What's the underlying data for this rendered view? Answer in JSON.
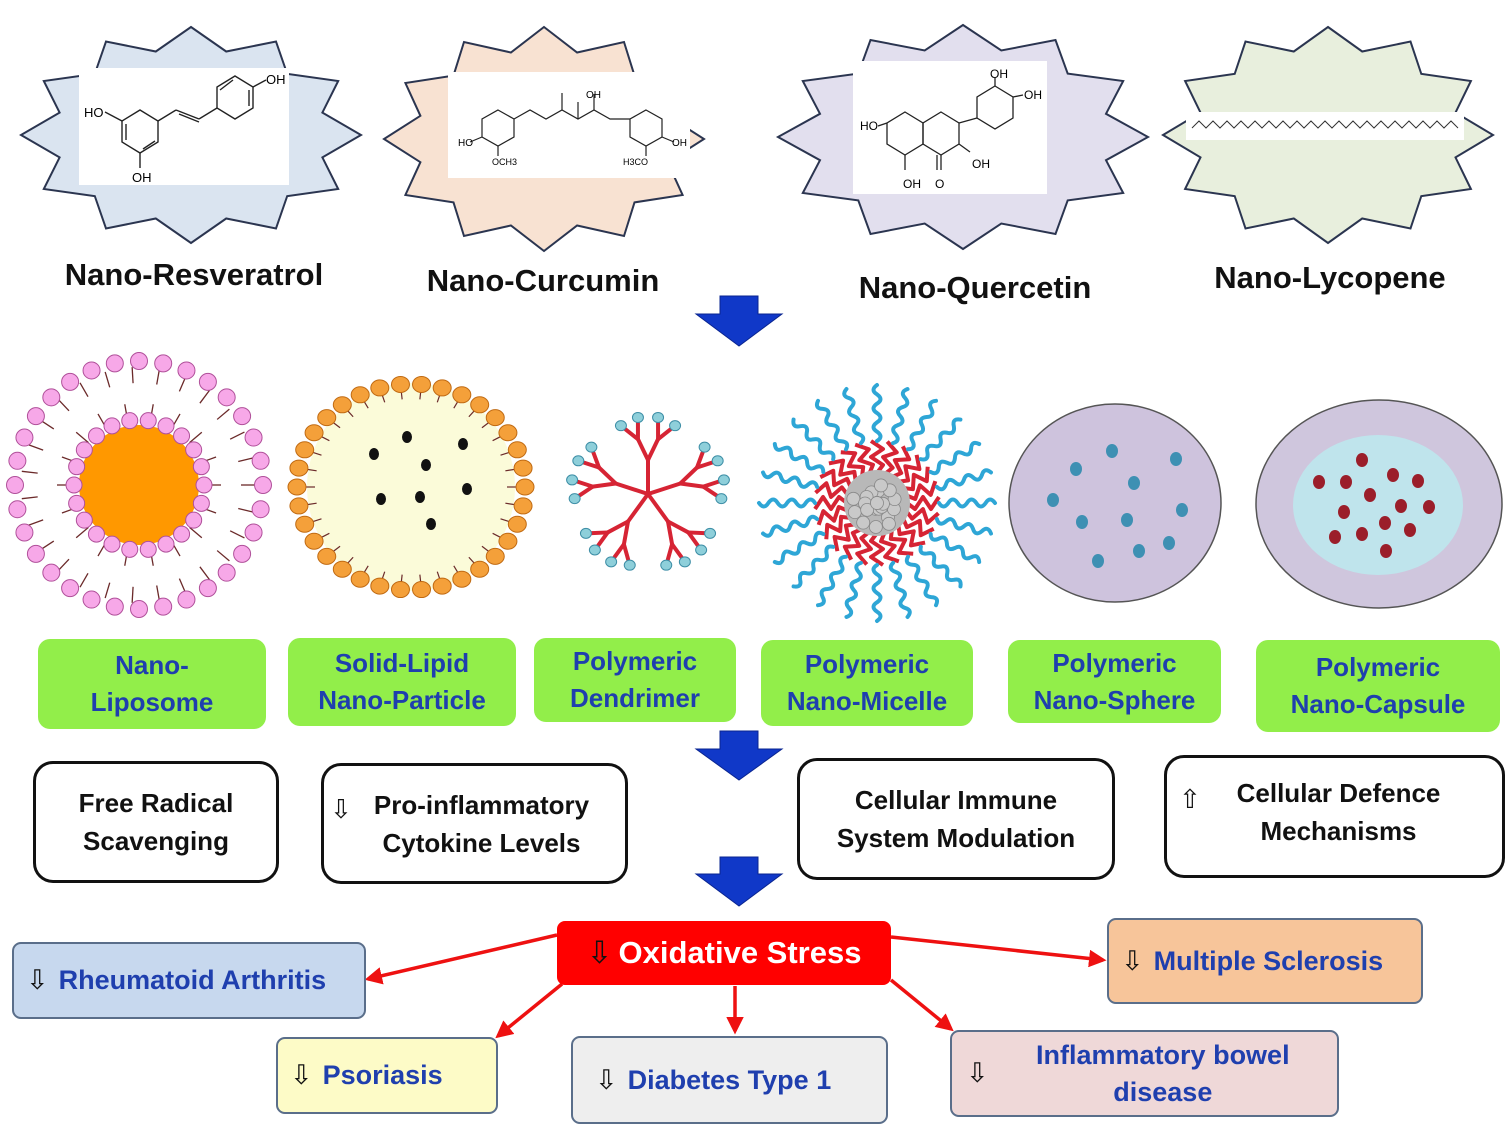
{
  "compounds": [
    {
      "name": "Nano-Resveratrol",
      "fill": "#dae4f0"
    },
    {
      "name": "Nano-Curcumin",
      "fill": "#f8e2d2"
    },
    {
      "name": "Nano-Quercetin",
      "fill": "#e2dfee"
    },
    {
      "name": "Nano-Lycopene",
      "fill": "#e8efdd"
    }
  ],
  "structures": {
    "resveratrol": {
      "oh_top": "OH",
      "ho_left": "HO",
      "oh_bottom": "OH"
    },
    "curcumin": {
      "oh_top": "OH",
      "ho_left": "HO",
      "och3_left": "OCH3",
      "h3co_right": "H3CO",
      "oh_right": "OH"
    },
    "quercetin": {
      "oh1": "OH",
      "oh2": "OH",
      "ho_left": "HO",
      "oh_mid": "OH",
      "oh_bottom": "OH",
      "o_carbonyl": "O"
    }
  },
  "carriers": [
    {
      "line1": "Nano-",
      "line2": "Liposome"
    },
    {
      "line1": "Solid-Lipid",
      "line2": "Nano-Particle"
    },
    {
      "line1": "Polymeric",
      "line2": "Dendrimer"
    },
    {
      "line1": "Polymeric",
      "line2": "Nano-Micelle"
    },
    {
      "line1": "Polymeric",
      "line2": "Nano-Sphere"
    },
    {
      "line1": "Polymeric",
      "line2": "Nano-Capsule"
    }
  ],
  "effects": [
    {
      "line1": "Free Radical",
      "line2": "Scavenging",
      "arrow": ""
    },
    {
      "line1": "Pro-inflammatory",
      "line2": "Cytokine Levels",
      "arrow": "⇩"
    },
    {
      "line1": "Cellular Immune",
      "line2": "System Modulation",
      "arrow": ""
    },
    {
      "line1": "Cellular Defence",
      "line2": "Mechanisms",
      "arrow": "⇧"
    }
  ],
  "center": {
    "label": "Oxidative Stress",
    "arrow": "⇩",
    "color": "#ff0000"
  },
  "diseases": [
    {
      "label": "Rheumatoid Arthritis",
      "arrow": "⇩",
      "fill": "#c7d8ee"
    },
    {
      "label": "Multiple Sclerosis",
      "arrow": "⇩",
      "fill": "#f7c59a"
    },
    {
      "label": "Psoriasis",
      "arrow": "⇩",
      "fill": "#fdfbc7"
    },
    {
      "label": "Diabetes Type 1",
      "arrow": "⇩",
      "fill": "#eeeeee"
    },
    {
      "label": "Inflammatory bowel",
      "label2": "disease",
      "arrow": "⇩",
      "fill": "#efd8d8"
    }
  ],
  "colors": {
    "flow_arrow": "#1038c8",
    "connector": "#ee1111",
    "carrier_label_bg": "#92ee4a",
    "carrier_label_text": "#1f3fae"
  }
}
